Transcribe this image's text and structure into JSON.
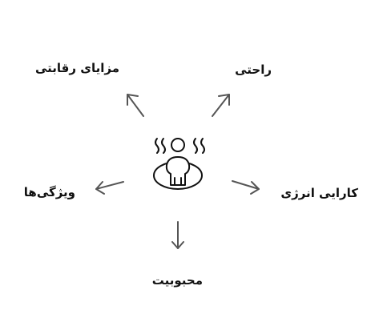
{
  "hub": {
    "icon": "sauna-user-icon"
  },
  "branches": {
    "competitive_advantages": "مزایای رقابتی",
    "comfort": "راحتی",
    "features": "ویژگی‌ها",
    "energy_efficiency": "کارایی انرژی",
    "popularity": "محبوبیت"
  },
  "colors": {
    "arrow": "#555555",
    "icon": "#111111",
    "text": "#111111"
  }
}
